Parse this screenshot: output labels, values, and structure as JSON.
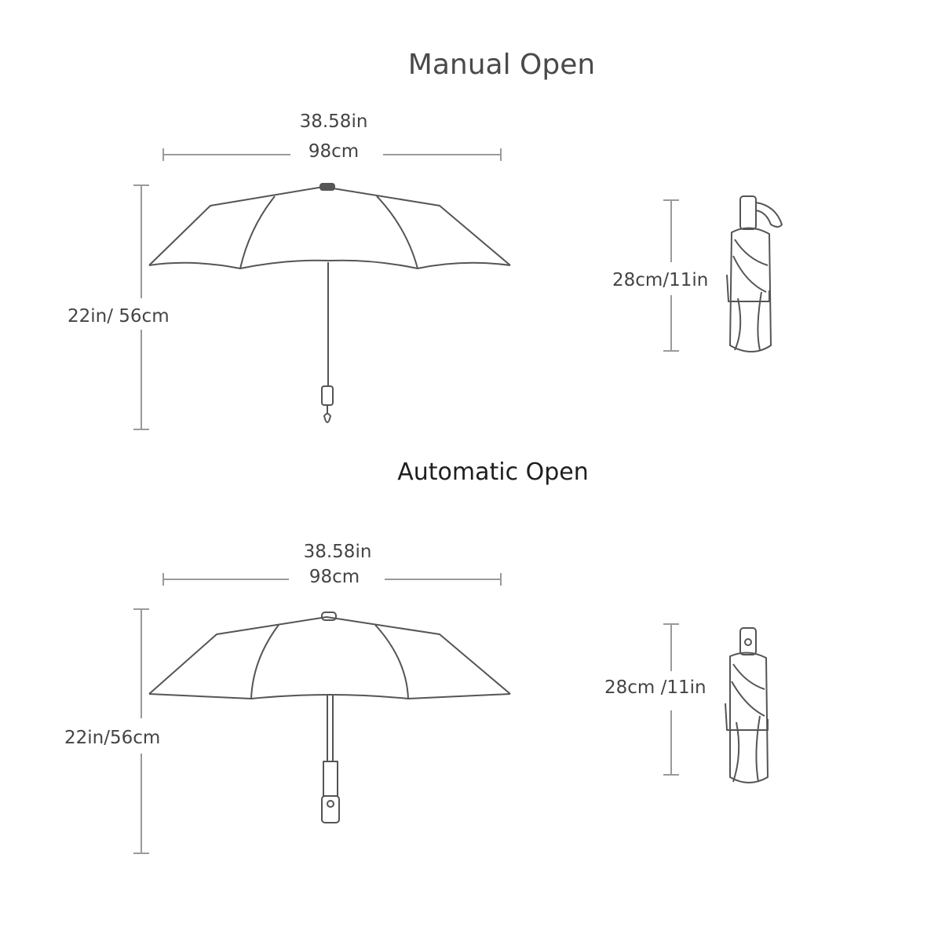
{
  "manual": {
    "title": "Manual Open",
    "width_in": "38.58in",
    "width_cm": "98cm",
    "height": "22in/ 56cm",
    "folded": "28cm/11in"
  },
  "automatic": {
    "title": "Automatic Open",
    "width_in": "38.58in",
    "width_cm": "98cm",
    "height": "22in/56cm",
    "folded": "28cm /11in"
  },
  "colors": {
    "line": "#555555",
    "dimension": "#9a9a9a",
    "text": "#444444"
  }
}
